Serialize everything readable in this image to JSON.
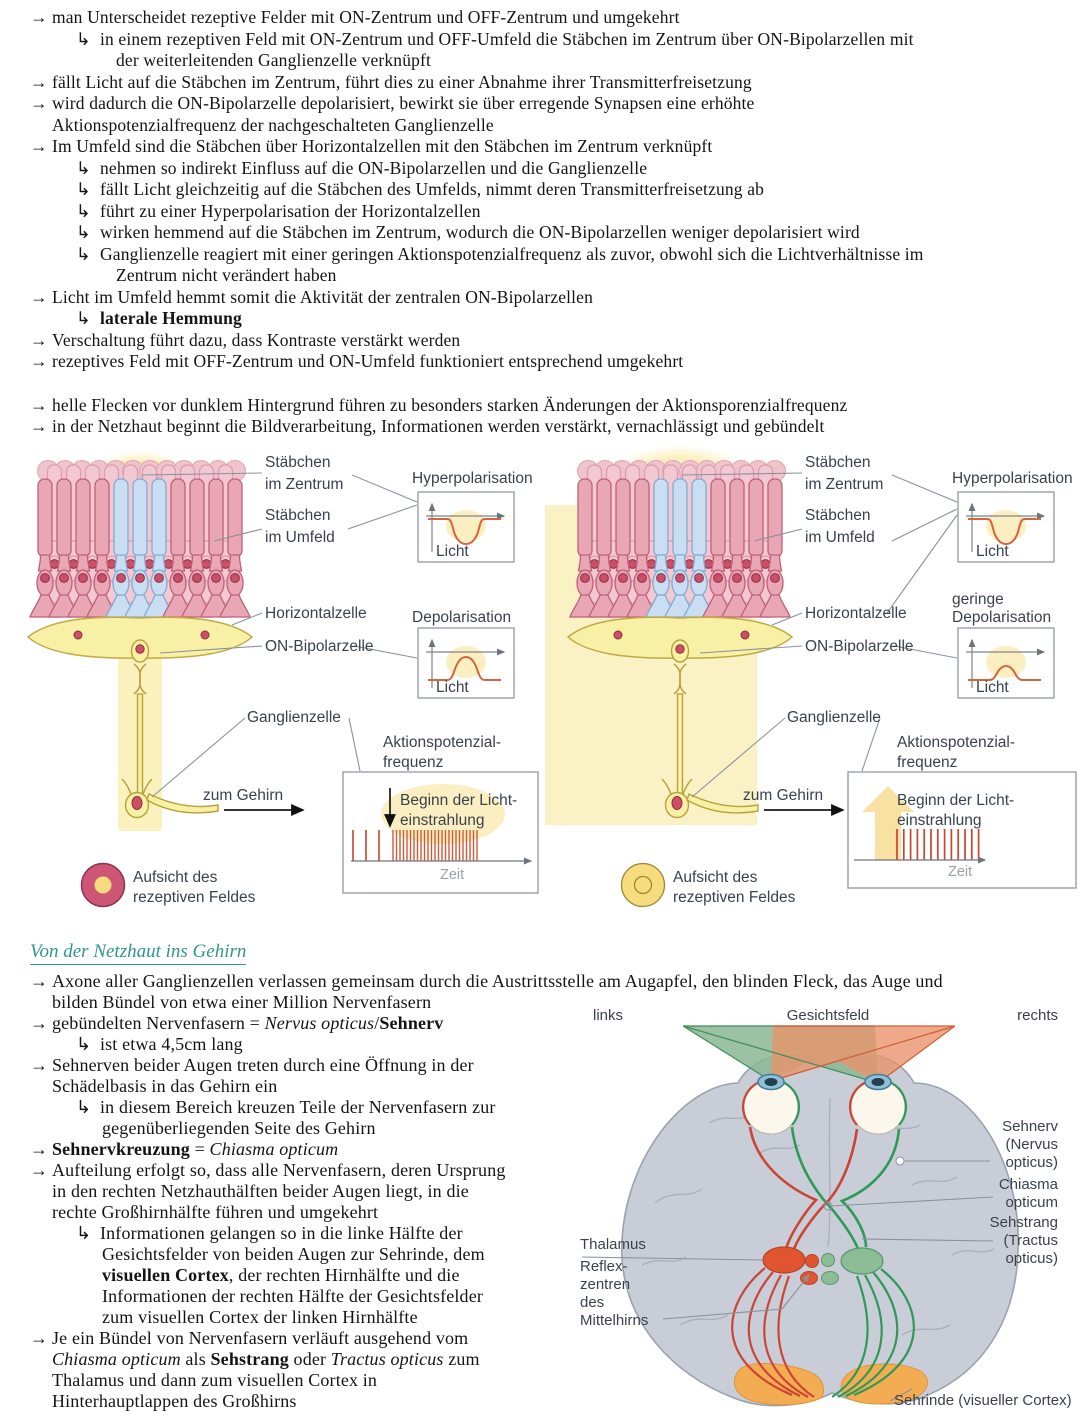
{
  "colors": {
    "heading_teal": "#2f968c",
    "rod_pink": "#e9a7b5",
    "rod_blue": "#c9def2",
    "cell_yellow": "#f8f0a5",
    "nucleus_red": "#cc4f66",
    "curve_orange": "#d4663c",
    "light_yellow": "#f9efb5",
    "field_green": "#8bb894",
    "field_orange": "#e9946c",
    "trace_red": "#cc4433",
    "trace_green": "#2e9a57",
    "cortex_orange": "#f4ac52",
    "brain_gray": "#c9cdd8"
  },
  "heading": "Von der Netzhaut ins Gehirn",
  "notes_top": [
    {
      "l": 1,
      "rows": [
        [
          [
            "man Unterscheidet rezeptive Felder mit ON-Zentrum und OFF-Zentrum und umgekehrt"
          ]
        ]
      ]
    },
    {
      "l": 2,
      "rows": [
        [
          [
            "in einem rezeptiven Feld mit ON-Zentrum und OFF-Umfeld die Stäbchen im Zentrum über ON-Bipolarzellen mit"
          ]
        ],
        [
          [
            "der weiterleitenden Ganglienzelle verknüpft"
          ]
        ]
      ]
    },
    {
      "l": 1,
      "rows": [
        [
          [
            "fällt Licht auf die Stäbchen im Zentrum, führt dies zu einer Abnahme ihrer Transmitterfreisetzung"
          ]
        ]
      ]
    },
    {
      "l": 1,
      "rows": [
        [
          [
            "wird dadurch die ON-Bipolarzelle depolarisiert, bewirkt sie über erregende Synapsen eine erhöhte"
          ]
        ],
        [
          [
            "Aktionspotenzialfrequenz der nachgeschalteten Ganglienzelle"
          ]
        ]
      ]
    },
    {
      "l": 1,
      "rows": [
        [
          [
            "Im Umfeld sind die Stäbchen über Horizontalzellen mit den Stäbchen im Zentrum verknüpft"
          ]
        ]
      ]
    },
    {
      "l": 2,
      "rows": [
        [
          [
            "nehmen so indirekt Einfluss auf die ON-Bipolarzellen und die Ganglienzelle"
          ]
        ]
      ]
    },
    {
      "l": 2,
      "rows": [
        [
          [
            "fällt Licht gleichzeitig auf die Stäbchen des Umfelds, nimmt deren Transmitterfreisetzung ab"
          ]
        ]
      ]
    },
    {
      "l": 2,
      "rows": [
        [
          [
            "führt zu einer Hyperpolarisation der Horizontalzellen"
          ]
        ]
      ]
    },
    {
      "l": 2,
      "rows": [
        [
          [
            " wirken hemmend auf die Stäbchen im Zentrum, wodurch die ON-Bipolarzellen weniger depolarisiert wird"
          ]
        ]
      ]
    },
    {
      "l": 2,
      "rows": [
        [
          [
            " Ganglienzelle reagiert mit einer geringen Aktionspotenzialfrequenz als zuvor, obwohl sich die Lichtverhältnisse im"
          ]
        ],
        [
          [
            "Zentrum nicht verändert haben"
          ]
        ]
      ]
    },
    {
      "l": 1,
      "rows": [
        [
          [
            "Licht im Umfeld hemmt somit die Aktivität der zentralen ON-Bipolarzellen"
          ]
        ]
      ]
    },
    {
      "l": 2,
      "rows": [
        [
          [
            "laterale Hemmung",
            "b"
          ]
        ]
      ]
    },
    {
      "l": 1,
      "rows": [
        [
          [
            "Verschaltung führt dazu, dass Kontraste verstärkt werden"
          ]
        ]
      ]
    },
    {
      "l": 1,
      "rows": [
        [
          [
            "rezeptives Feld mit OFF-Zentrum und ON-Umfeld funktioniert entsprechend umgekehrt"
          ]
        ]
      ]
    },
    {
      "sp": 22
    },
    {
      "l": 1,
      "rows": [
        [
          [
            "helle Flecken vor dunklem Hintergrund führen zu besonders starken Änderungen der Aktionsporenzialfrequenz"
          ]
        ]
      ]
    },
    {
      "l": 1,
      "rows": [
        [
          [
            "in der Netzhaut beginnt die Bildverarbeitung, Informationen werden verstärkt, vernachlässigt und gebündelt"
          ]
        ]
      ]
    }
  ],
  "notes_bottom": [
    {
      "l": 1,
      "rows": [
        [
          [
            "Axone aller Ganglienzellen verlassen gemeinsam durch die Austrittsstelle am Augapfel, den blinden Fleck, das Auge und"
          ]
        ],
        [
          [
            "bilden Bündel von etwa einer Million Nervenfasern"
          ]
        ]
      ]
    },
    {
      "l": 1,
      "rows": [
        [
          [
            "gebündelten Nervenfasern = "
          ],
          [
            "Nervus opticus",
            "i"
          ],
          [
            "/"
          ],
          [
            "Sehnerv",
            "b"
          ]
        ]
      ]
    },
    {
      "l": 2,
      "rows": [
        [
          [
            "ist etwa 4,5cm lang"
          ]
        ]
      ]
    },
    {
      "l": 1,
      "rows": [
        [
          [
            "Sehnerven beider Augen treten durch eine Öffnung in der"
          ]
        ],
        [
          [
            "Schädelbasis in das Gehirn ein"
          ]
        ]
      ]
    },
    {
      "l": 2,
      "rows": [
        [
          [
            "in diesem Bereich kreuzen Teile der Nervenfasern zur"
          ]
        ],
        [
          [
            "gegenüberliegenden Seite des Gehirn"
          ]
        ]
      ]
    },
    {
      "l": 1,
      "rows": [
        [
          [
            "Sehnervkreuzung",
            "b"
          ],
          [
            " = "
          ],
          [
            "Chiasma opticum",
            "i"
          ]
        ]
      ]
    },
    {
      "l": 1,
      "rows": [
        [
          [
            "Aufteilung erfolgt so, dass alle Nervenfasern, deren Ursprung"
          ]
        ],
        [
          [
            "in den rechten Netzhauthälften beider Augen liegt, in die"
          ]
        ],
        [
          [
            "rechte Großhirnhälfte führen und umgekehrt"
          ]
        ]
      ]
    },
    {
      "l": 2,
      "rows": [
        [
          [
            "Informationen gelangen so in die linke Hälfte der"
          ]
        ],
        [
          [
            "Gesichtsfelder von beiden Augen zur Sehrinde, dem"
          ]
        ],
        [
          [
            "visuellen Cortex",
            "b"
          ],
          [
            ", der rechten Hirnhälfte und die"
          ]
        ],
        [
          [
            "Informationen der rechten Hälfte der Gesichtsfelder"
          ]
        ],
        [
          [
            "zum visuellen Cortex der linken Hirnhälfte"
          ]
        ]
      ]
    },
    {
      "l": 1,
      "rows": [
        [
          [
            "Je ein Bündel von Nervenfasern verläuft ausgehend vom"
          ]
        ],
        [
          [
            "Chiasma opticum",
            "i"
          ],
          [
            " als "
          ],
          [
            "Sehstrang",
            "b"
          ],
          [
            " oder "
          ],
          [
            "Tractus opticus",
            "i"
          ],
          [
            " zum"
          ]
        ],
        [
          [
            "Thalamus und dann zum visuellen Cortex in"
          ]
        ],
        [
          [
            " Hinterhauptlappen des Großhirns"
          ]
        ]
      ]
    }
  ],
  "retina": {
    "staebchen_zentrum": [
      "Stäbchen",
      "im Zentrum"
    ],
    "staebchen_umfeld": [
      "Stäbchen",
      "im Umfeld"
    ],
    "hyperpolarisation": "Hyperpolarisation",
    "depolarisation": "Depolarisation",
    "geringe_depolarisation": [
      "geringe",
      "Depolarisation"
    ],
    "horizontalzelle": "Horizontalzelle",
    "on_bipolarzelle": "ON-Bipolarzelle",
    "ganglienzelle": "Ganglienzelle",
    "aktionspotenzialfrequenz": [
      "Aktionspotenzial-",
      "frequenz"
    ],
    "zum_gehirn": "zum Gehirn",
    "licht": "Licht",
    "zeit": "Zeit",
    "beginn_lichteinstrahlung": [
      "Beginn der Licht-",
      "einstrahlung"
    ],
    "aufsicht": [
      "Aufsicht des",
      "rezeptiven Feldes"
    ]
  },
  "brain": {
    "links": "links",
    "gesichtsfeld": "Gesichtsfeld",
    "rechts": "rechts",
    "sehnerv": [
      "Sehnerv",
      "(Nervus",
      "opticus)"
    ],
    "chiasma": [
      "Chiasma",
      "opticum"
    ],
    "sehstrang": [
      "Sehstrang",
      "(Tractus",
      "opticus)"
    ],
    "thalamus": "Thalamus",
    "reflexzentren": [
      "Reflex-",
      "zentren",
      "des",
      "Mittelhirns"
    ],
    "sehrinde": "Sehrinde (visueller Cortex)"
  }
}
